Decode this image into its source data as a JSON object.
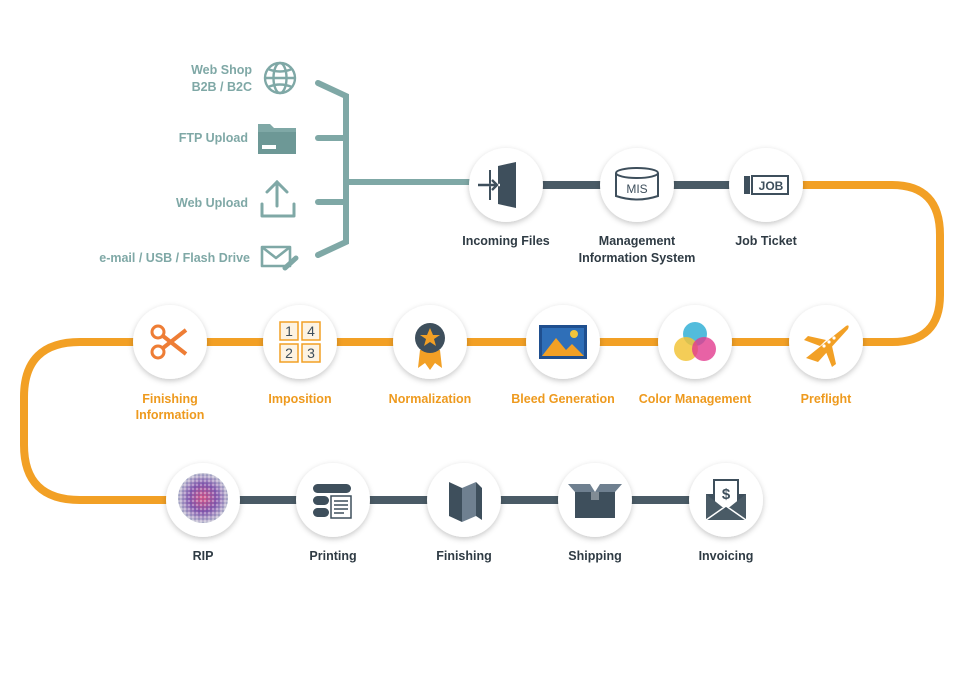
{
  "colors": {
    "teal": "#7fa8a6",
    "dark_connector": "#4a5b66",
    "orange": "#f2a025",
    "orange_label": "#ee9a1e",
    "dark_label": "#2f3b44",
    "icon_dark": "#3e4f5c"
  },
  "sources": [
    {
      "lines": [
        "Web Shop",
        "B2B / B2C"
      ],
      "icon": "globe-icon"
    },
    {
      "lines": [
        "FTP Upload"
      ],
      "icon": "folder-icon"
    },
    {
      "lines": [
        "Web Upload"
      ],
      "icon": "upload-icon"
    },
    {
      "lines": [
        "e-mail / USB / Flash Drive"
      ],
      "icon": "envelope-icon"
    }
  ],
  "row1": [
    {
      "lines": [
        "Incoming Files"
      ],
      "icon": "door-icon"
    },
    {
      "lines": [
        "Management",
        "Information System"
      ],
      "icon": "mis-icon",
      "icon_text": "MIS"
    },
    {
      "lines": [
        "Job Ticket"
      ],
      "icon": "ticket-icon",
      "icon_text": "JOB"
    }
  ],
  "row2": [
    {
      "lines": [
        "Finishing",
        "Information"
      ],
      "icon": "scissors-icon"
    },
    {
      "lines": [
        "Imposition"
      ],
      "icon": "imposition-icon",
      "icon_text": [
        "1",
        "4",
        "2",
        "3"
      ]
    },
    {
      "lines": [
        "Normalization"
      ],
      "icon": "medal-icon"
    },
    {
      "lines": [
        "Bleed Generation"
      ],
      "icon": "image-icon"
    },
    {
      "lines": [
        "Color Management"
      ],
      "icon": "color-circles-icon"
    },
    {
      "lines": [
        "Preflight"
      ],
      "icon": "airplane-icon"
    }
  ],
  "row3": [
    {
      "lines": [
        "RIP"
      ],
      "icon": "raster-icon"
    },
    {
      "lines": [
        "Printing"
      ],
      "icon": "press-icon"
    },
    {
      "lines": [
        "Finishing"
      ],
      "icon": "folded-paper-icon"
    },
    {
      "lines": [
        "Shipping"
      ],
      "icon": "box-icon"
    },
    {
      "lines": [
        "Invoicing"
      ],
      "icon": "invoice-icon",
      "icon_text": "$"
    }
  ]
}
